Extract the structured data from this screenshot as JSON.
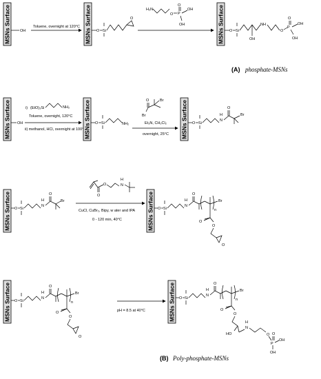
{
  "surface_label": "MSNs Surface",
  "atoms": {
    "oh": "OH",
    "o": "O",
    "si": "Si",
    "n": "N",
    "h": "H",
    "nh": "NH",
    "nh2": "NH₂",
    "br": "Br",
    "p": "P",
    "n_sub": "n",
    "h2n": "H₂N"
  },
  "row_a": {
    "step1_condition": "Toluene, overnight at 120°C",
    "caption_letter": "(A)",
    "caption_name": "phosphate-MSNs"
  },
  "row_b": {
    "reagent": "(EtO)₃Si",
    "step1_line1": "i) ",
    "step1_line2": "Toluene, overnight, 120°C",
    "step1_line3": "ii) methanol, HCl, overnight at 100°C",
    "step2_line1": "Et₃N, CH₂Cl₂",
    "step2_line2": "overnight, 25°C"
  },
  "row_c": {
    "conditions_line1": "CuCl, CuBr₂, Bipy, w ater and IPA",
    "conditions_line2": "0 - 120 min, 40°C"
  },
  "row_d": {
    "condition": "pH = 8.5 at 40°C",
    "caption_letter": "(B)",
    "caption_name": "Poly-phosphate-MSNs"
  }
}
